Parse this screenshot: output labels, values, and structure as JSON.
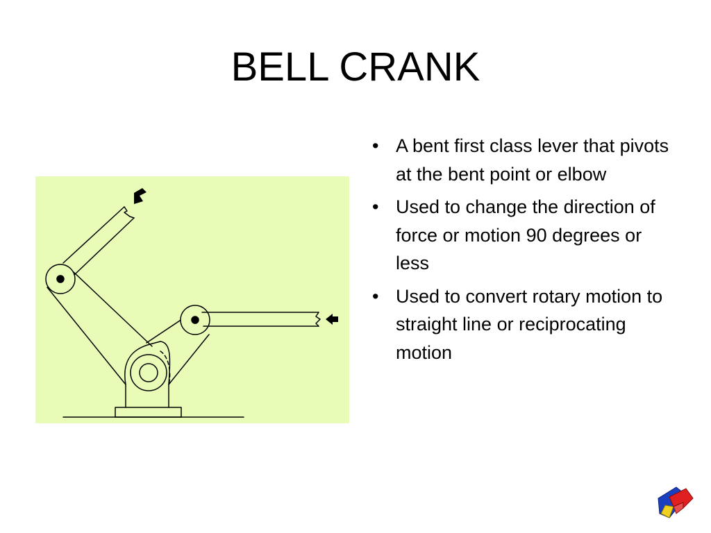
{
  "slide": {
    "title": "BELL CRANK",
    "bullet_marker": "•",
    "bullets": [
      {
        "text": "A bent first class lever that pivots at the bent point or elbow"
      },
      {
        "text": "Used to change the direction of force or motion 90 degrees or less"
      },
      {
        "text": "Used to convert rotary motion to straight line or reciprocating motion"
      }
    ],
    "figure": {
      "background_color": "#e8fcb8",
      "line_color": "#000000"
    },
    "nav": {
      "icon": "next-slide-arrow-icon",
      "colors": [
        "#e02020",
        "#1a3fbf",
        "#f0d020"
      ]
    }
  }
}
